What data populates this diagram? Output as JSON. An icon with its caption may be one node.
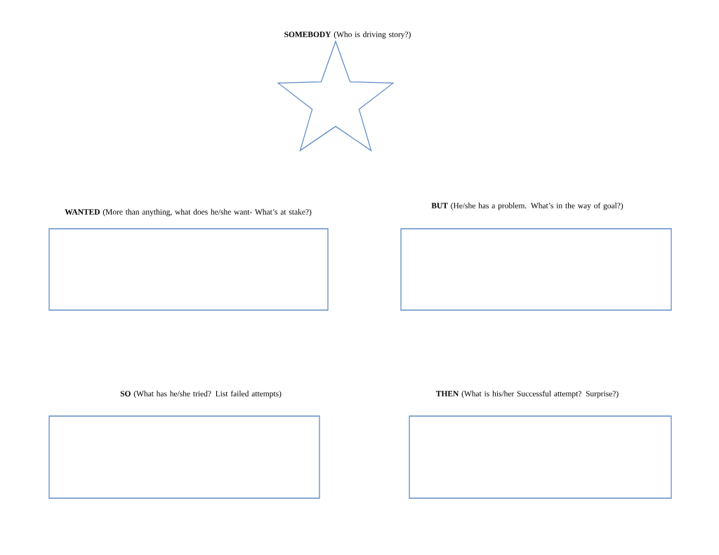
{
  "diagram": {
    "nodes": [
      {
        "text": [
          "**SOMEBODY** (Who is driving story?)"
        ]
      },
      {
        "text": [
          "**WANTED** (More than anything, what does he/she want- What’s at stake?)"
        ]
      },
      {
        "text": [
          "**BUT** (He/she has a problem. What’s in the way of goal?)"
        ]
      },
      {
        "text": [
          "**SO** (What has he/she tried? List failed attempts)"
        ]
      },
      {
        "text": [
          "**THEN** (What is his/her Successful attempt? Surprise?)"
        ]
      }
    ]
  }
}
